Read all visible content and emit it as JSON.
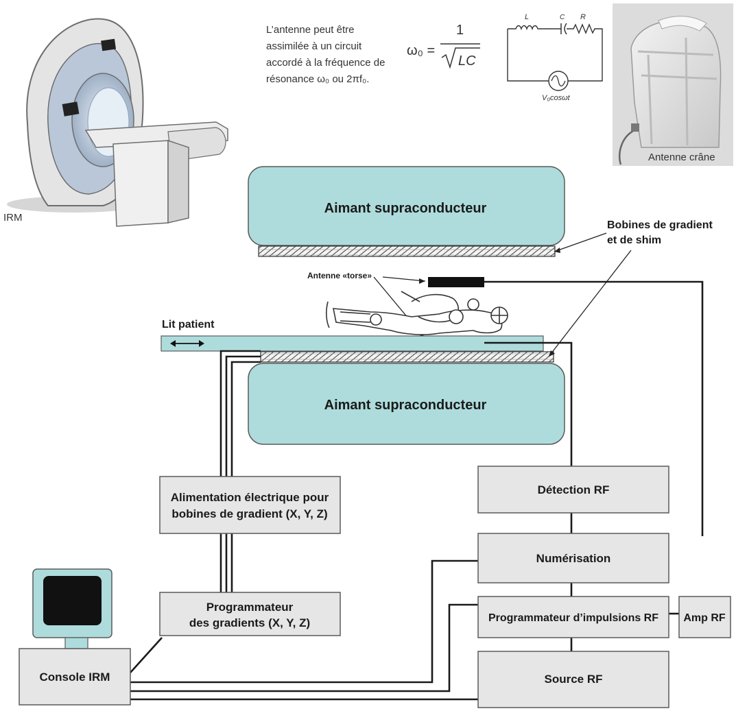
{
  "colors": {
    "magnet_fill": "#aedcdc",
    "box_fill": "#e6e6e6",
    "box_stroke": "#5a5a5a",
    "wire": "#1a1a1a",
    "coil_dark": "#111111"
  },
  "labels": {
    "irm": "IRM",
    "antenna_text": [
      "L’antenne peut être",
      "assimilée à un circuit",
      "accordé à la fréquence de",
      "résonance ω₀ ou 2πf₀."
    ],
    "formula_lhs": "ω₀ =",
    "formula_num": "1",
    "formula_den": "LC",
    "circuit_L": "L",
    "circuit_C": "C",
    "circuit_R": "R",
    "circuit_source": "V₀cosωt",
    "antenne_crane": "Antenne crâne",
    "magnet_top": "Aimant supraconducteur",
    "magnet_bottom": "Aimant supraconducteur",
    "gradient_coils": [
      "Bobines de gradient",
      "et de shim"
    ],
    "torso_antenna": "Antenne «torse»",
    "patient_bed": "Lit patient",
    "power_supply": [
      "Alimentation électrique pour",
      "bobines de gradient (X, Y, Z)"
    ],
    "gradient_programmer": [
      "Programmateur",
      "des gradients (X, Y, Z)"
    ],
    "console": "Console IRM",
    "rf_detection": "Détection RF",
    "digitization": "Numérisation",
    "rf_pulse_programmer": "Programmateur d’impulsions RF",
    "rf_amp": "Amp RF",
    "rf_source": "Source RF"
  }
}
